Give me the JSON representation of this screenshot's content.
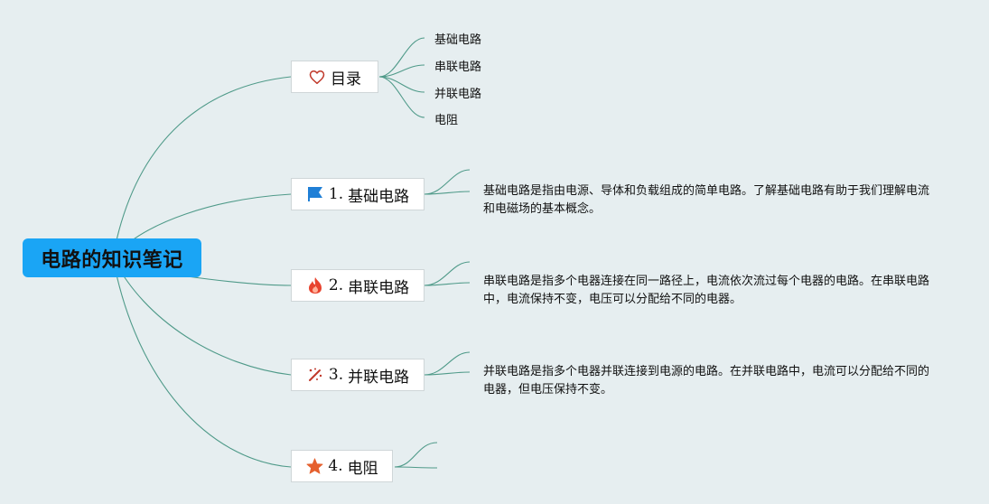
{
  "root": {
    "title": "电路的知识笔记"
  },
  "toc": {
    "label": "目录",
    "icon": "heart-icon",
    "items": [
      "基础电路",
      "串联电路",
      "并联电路",
      "电阻"
    ]
  },
  "topics": [
    {
      "number": "1.",
      "label": "基础电路",
      "icon": "flag-icon",
      "description": "基础电路是指由电源、导体和负载组成的简单电路。了解基础电路有助于我们理解电流和电磁场的基本概念。"
    },
    {
      "number": "2.",
      "label": "串联电路",
      "icon": "fire-icon",
      "description": "串联电路是指多个电器连接在同一路径上，电流依次流过每个电器的电路。在串联电路中，电流保持不变，电压可以分配给不同的电器。"
    },
    {
      "number": "3.",
      "label": "并联电路",
      "icon": "magic-wand-icon",
      "description": "并联电路是指多个电器并联连接到电源的电路。在并联电路中，电流可以分配给不同的电器，但电压保持不变。"
    },
    {
      "number": "4.",
      "label": "电阻",
      "icon": "star-icon",
      "description": ""
    }
  ],
  "colors": {
    "background": "#e6eef0",
    "root": "#1aa5f5",
    "connector": "#4f9a89",
    "heart": "#c0392b",
    "flag": "#1f7fd6",
    "fire": "#e8432e",
    "wand": "#c0392b",
    "star": "#e5602e"
  }
}
